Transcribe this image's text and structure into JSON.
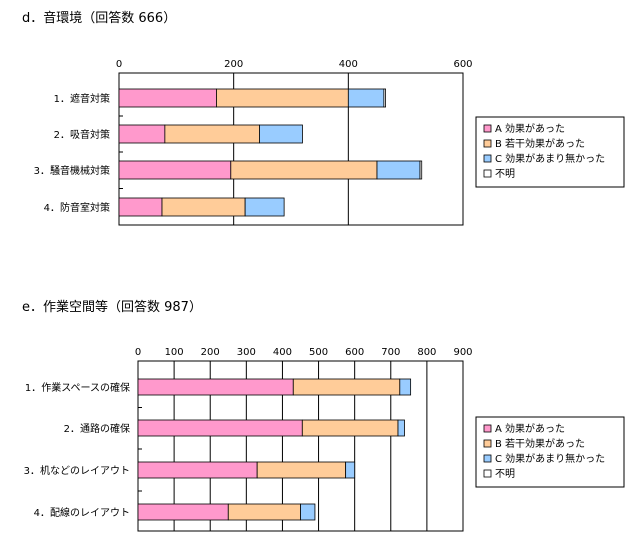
{
  "chart_data": [
    {
      "type": "bar",
      "orientation": "horizontal",
      "stacked": true,
      "title": "d．音環境（回答数 666）",
      "categories": [
        "1．遮音対策",
        "2．吸音対策",
        "3．騒音機械対策",
        "4．防音室対策"
      ],
      "series": [
        {
          "name": "A 効果があった",
          "color": "#ff99cc",
          "values": [
            170,
            80,
            195,
            75
          ]
        },
        {
          "name": "B 若干効果があった",
          "color": "#ffcc99",
          "values": [
            230,
            165,
            255,
            145
          ]
        },
        {
          "name": "C 効果があまり無かった",
          "color": "#99ccff",
          "values": [
            62,
            75,
            75,
            68
          ]
        },
        {
          "name": "不明",
          "color": "#ffffff",
          "values": [
            3,
            0,
            3,
            0
          ]
        }
      ],
      "xlim": [
        0,
        600
      ],
      "xticks": [
        "0",
        "200",
        "400",
        "600"
      ],
      "grid": true,
      "legend": "right"
    },
    {
      "type": "bar",
      "orientation": "horizontal",
      "stacked": true,
      "title": "e．作業空間等（回答数 987）",
      "categories": [
        "1．作業スペースの確保",
        "2．通路の確保",
        "3．机などのレイアウト",
        "4．配線のレイアウト"
      ],
      "series": [
        {
          "name": "A 効果があった",
          "color": "#ff99cc",
          "values": [
            430,
            455,
            330,
            250
          ]
        },
        {
          "name": "B 若干効果があった",
          "color": "#ffcc99",
          "values": [
            295,
            265,
            245,
            200
          ]
        },
        {
          "name": "C 効果があまり無かった",
          "color": "#99ccff",
          "values": [
            30,
            18,
            25,
            40
          ]
        },
        {
          "name": "不明",
          "color": "#ffffff",
          "values": [
            0,
            0,
            0,
            0
          ]
        }
      ],
      "xlim": [
        0,
        900
      ],
      "xticks": [
        "0",
        "100",
        "200",
        "300",
        "400",
        "500",
        "600",
        "700",
        "800",
        "900"
      ],
      "grid": true,
      "legend": "right"
    }
  ]
}
